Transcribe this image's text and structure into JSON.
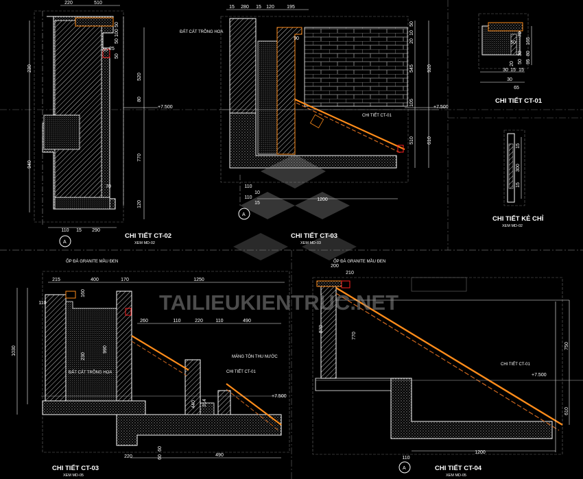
{
  "titles": {
    "ct02": "CHI TIẾT CT-02",
    "ct03_top": "CHI TIẾT CT-03",
    "ct01": "CHI TIẾT CT-01",
    "ke_chi": "CHI TIẾT KẺ CHỈ",
    "ct03_bottom": "CHI TIẾT CT-03",
    "ct04": "CHI TIẾT CT-04"
  },
  "subtitles": {
    "ct02": "XEM MD-02",
    "ct03_top": "XEM MD-03",
    "ke_chi": "XEM MD-02",
    "ct03_bottom": "XEM MD-05",
    "ct04": "XEM MD-05"
  },
  "notes": {
    "dat_cat_top": "ĐẤT CÁT TRỒNG HOA",
    "dat_cat_bottom": "ĐẤT CÁT TRỒNG HOA",
    "granite_left": "ỐP ĐÁ GRANITE MẦU ĐEN",
    "granite_right": "ỐP ĐÁ GRANITE MẦU ĐEN",
    "mang_ton": "MÁNG TÔN THU NƯỚC",
    "ref_ct01_left": "CHI TIẾT CT-01",
    "ref_ct01_right": "CHI TIẾT CT-01",
    "ref_ct01_top": "CHI TIẾT CT-01"
  },
  "levels": {
    "ct02": "+7.500",
    "ct03_top": "+7.500",
    "ct03_bottom": "+7.500",
    "ct04": "+7.500"
  },
  "axis": {
    "a1": "A",
    "a2": "A",
    "a3": "A"
  },
  "watermark": "TAILIEUKIENTRUC.NET",
  "dimensions": {
    "ct02": [
      "220",
      "510",
      "50",
      "100",
      "50",
      "25",
      "50",
      "65",
      "230",
      "520",
      "80",
      "770",
      "940",
      "70",
      "120",
      "110",
      "15",
      "290"
    ],
    "ct03_top": [
      "15",
      "280",
      "15",
      "120",
      "195",
      "90",
      "50",
      "10",
      "20",
      "545",
      "105",
      "920",
      "510",
      "610",
      "110",
      "10",
      "110",
      "15",
      "1200"
    ],
    "ct01": [
      "70",
      "165",
      "30",
      "80",
      "50",
      "95",
      "50",
      "20",
      "30",
      "15",
      "15",
      "30",
      "65"
    ],
    "ke_chi": [
      "15",
      "300",
      "15"
    ],
    "ct03_bottom": [
      "215",
      "400",
      "170",
      "1250",
      "110",
      "160",
      "260",
      "110",
      "220",
      "110",
      "490",
      "990",
      "1030",
      "230",
      "440",
      "314",
      "220",
      "60",
      "60",
      "490"
    ],
    "ct04": [
      "200",
      "210",
      "570",
      "770",
      "750",
      "610",
      "110",
      "1200"
    ]
  },
  "colors": {
    "outline": "#ffffff",
    "concrete_hatch": "#d9d9d9",
    "soil_hatch": "#ffffff",
    "brick_lines": "#9a9a9a",
    "dim_line": "#ffffff",
    "center_line": "#b5b5b5",
    "frame": "#6b6b6b",
    "finish_orange": "#ff8c1a",
    "roof_tiles": "#d2691e",
    "accent_red": "#ff2020",
    "watermark": "#8a8a8a"
  }
}
